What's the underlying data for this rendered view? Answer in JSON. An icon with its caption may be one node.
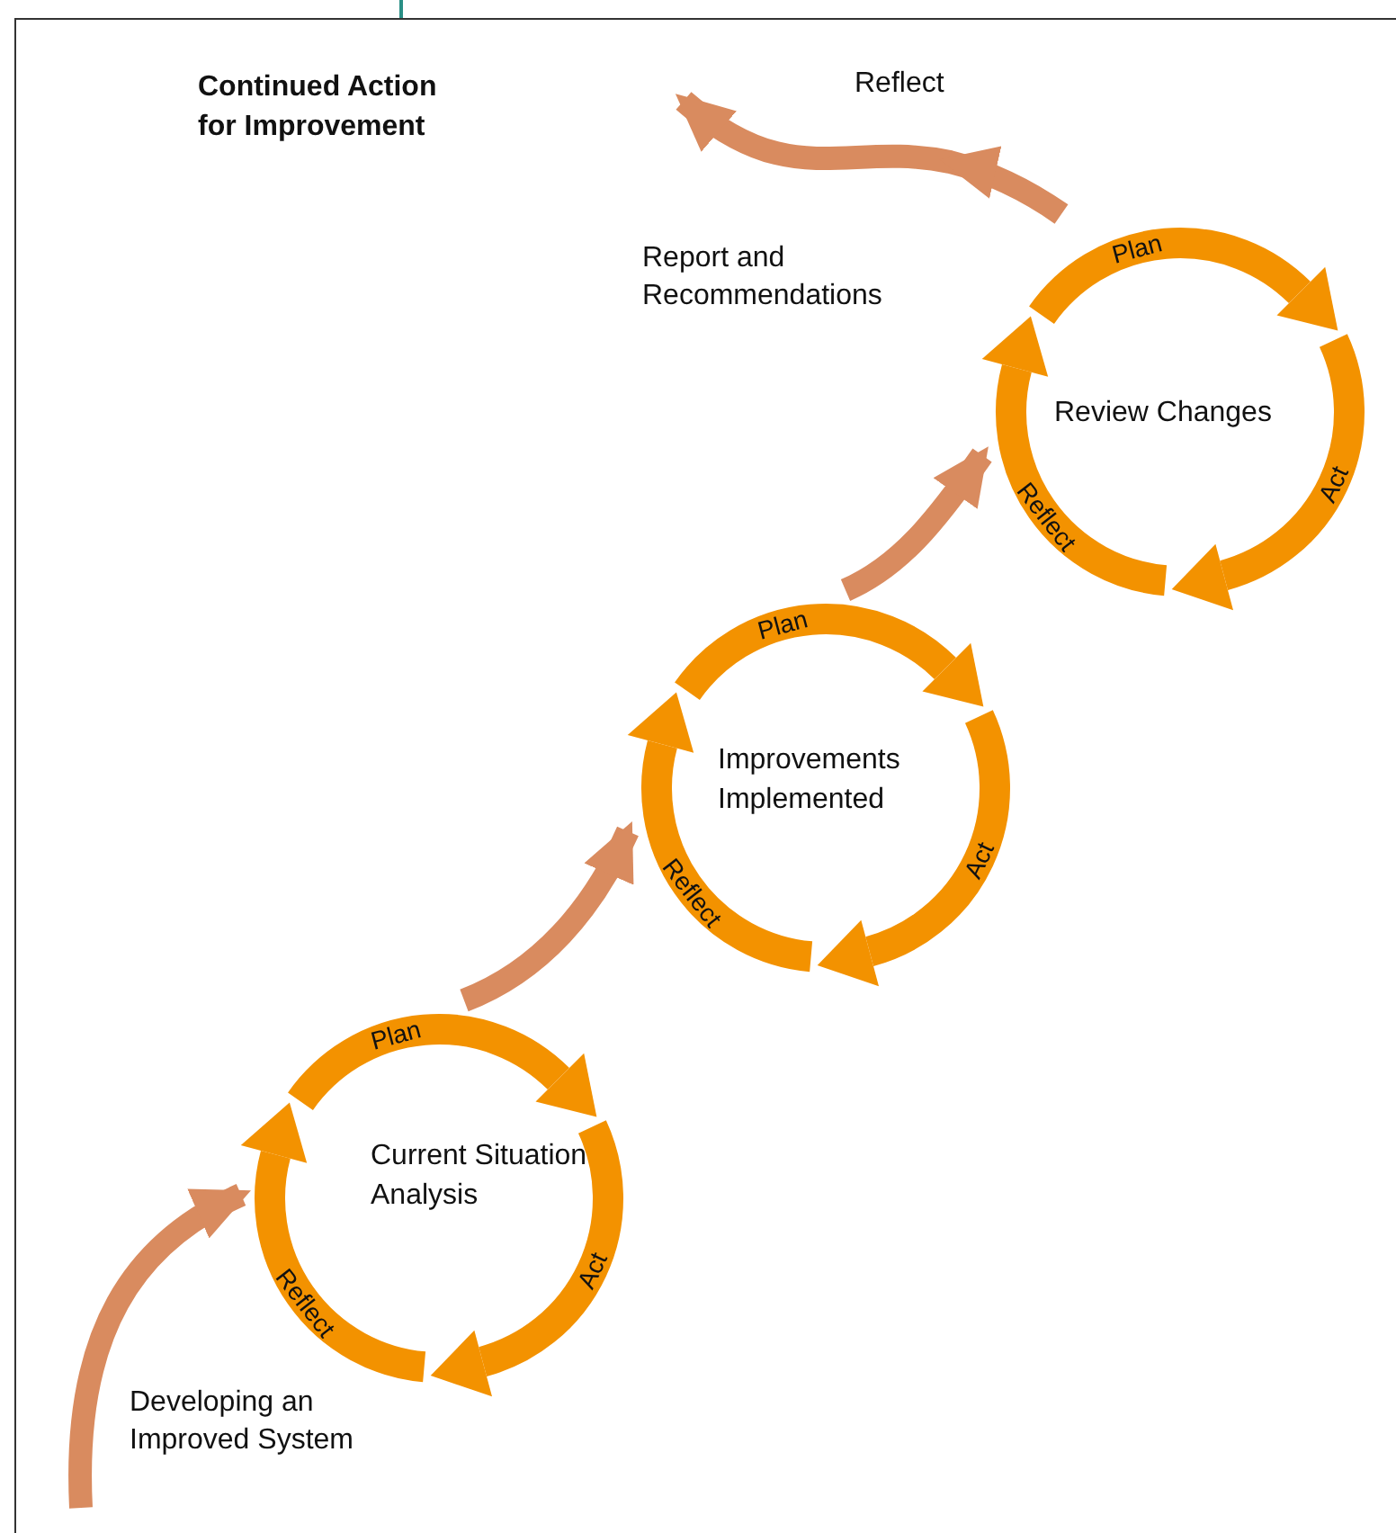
{
  "diagram": {
    "title": "Continued Action for Improvement",
    "nodes": [
      {
        "text": [
          "Current Situation Analysis",
          "Plan",
          "Act",
          "Reflect"
        ]
      },
      {
        "text": [
          "Improvements Implemented",
          "Plan",
          "Act",
          "Reflect"
        ]
      },
      {
        "text": [
          "Review Changes",
          "Plan",
          "Act",
          "Reflect"
        ]
      }
    ],
    "edges": [
      {
        "from": null,
        "to": 0,
        "arrow": "to"
      },
      {
        "from": 0,
        "to": 1,
        "arrow": "to"
      },
      {
        "from": 1,
        "to": 2,
        "arrow": "to"
      },
      {
        "from": 2,
        "to": null,
        "arrow": "to"
      }
    ],
    "labels": [
      "Reflect",
      "Report and Recommendations",
      "Developing an Improved System"
    ]
  }
}
